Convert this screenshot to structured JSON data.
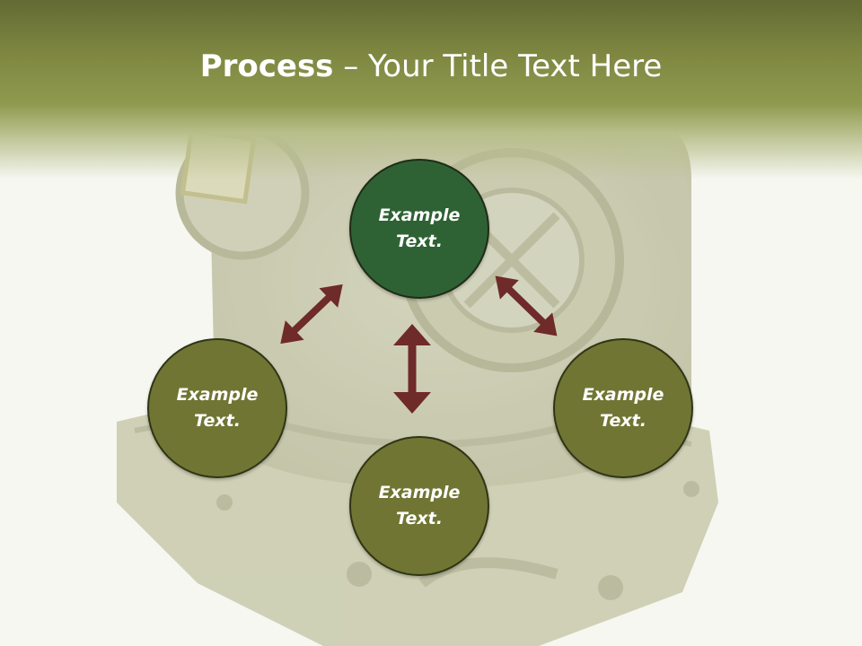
{
  "title": {
    "bold": "Process",
    "rest": " – Your Title Text Here"
  },
  "nodes": [
    {
      "id": "top",
      "label": "Example Text.",
      "line1": "Example",
      "line2": "Text."
    },
    {
      "id": "left",
      "label": "Example Text.",
      "line1": "Example",
      "line2": "Text."
    },
    {
      "id": "bottom",
      "label": "Example Text.",
      "line1": "Example",
      "line2": "Text."
    },
    {
      "id": "right",
      "label": "Example Text.",
      "line1": "Example",
      "line2": "Text."
    }
  ],
  "colors": {
    "header": "#7e8741",
    "node_fill": "#717533",
    "node_top_fill": "#2e6234",
    "arrow": "#6f2a2a"
  },
  "background_image": "diving-helmet-faded"
}
